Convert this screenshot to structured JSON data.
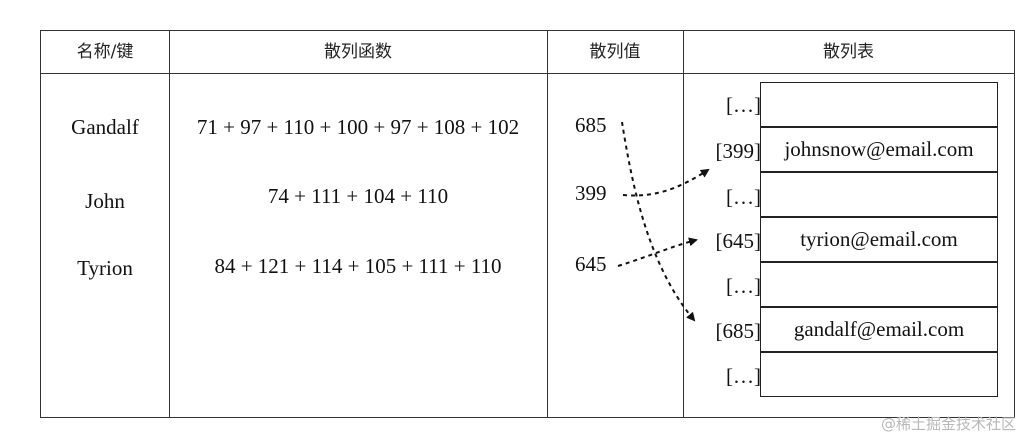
{
  "headers": {
    "key": "名称/键",
    "hash_function": "散列函数",
    "hash_value": "散列值",
    "hash_table": "散列表"
  },
  "rows": [
    {
      "key": "Gandalf",
      "function": "71 + 97 + 110 + 100 + 97 + 108 + 102",
      "hash_value": "685"
    },
    {
      "key": "John",
      "function": "74 + 111 + 104 + 110",
      "hash_value": "399"
    },
    {
      "key": "Tyrion",
      "function": "84 + 121 + 114 + 105 + 111 + 110",
      "hash_value": "645"
    }
  ],
  "table_slots": [
    {
      "index": "[…]",
      "value": ""
    },
    {
      "index": "[399]",
      "value": "johnsnow@email.com"
    },
    {
      "index": "[…]",
      "value": ""
    },
    {
      "index": "[645]",
      "value": "tyrion@email.com"
    },
    {
      "index": "[…]",
      "value": ""
    },
    {
      "index": "[685]",
      "value": "gandalf@email.com"
    },
    {
      "index": "[…]",
      "value": ""
    }
  ],
  "watermark": "@稀土掘金技术社区"
}
